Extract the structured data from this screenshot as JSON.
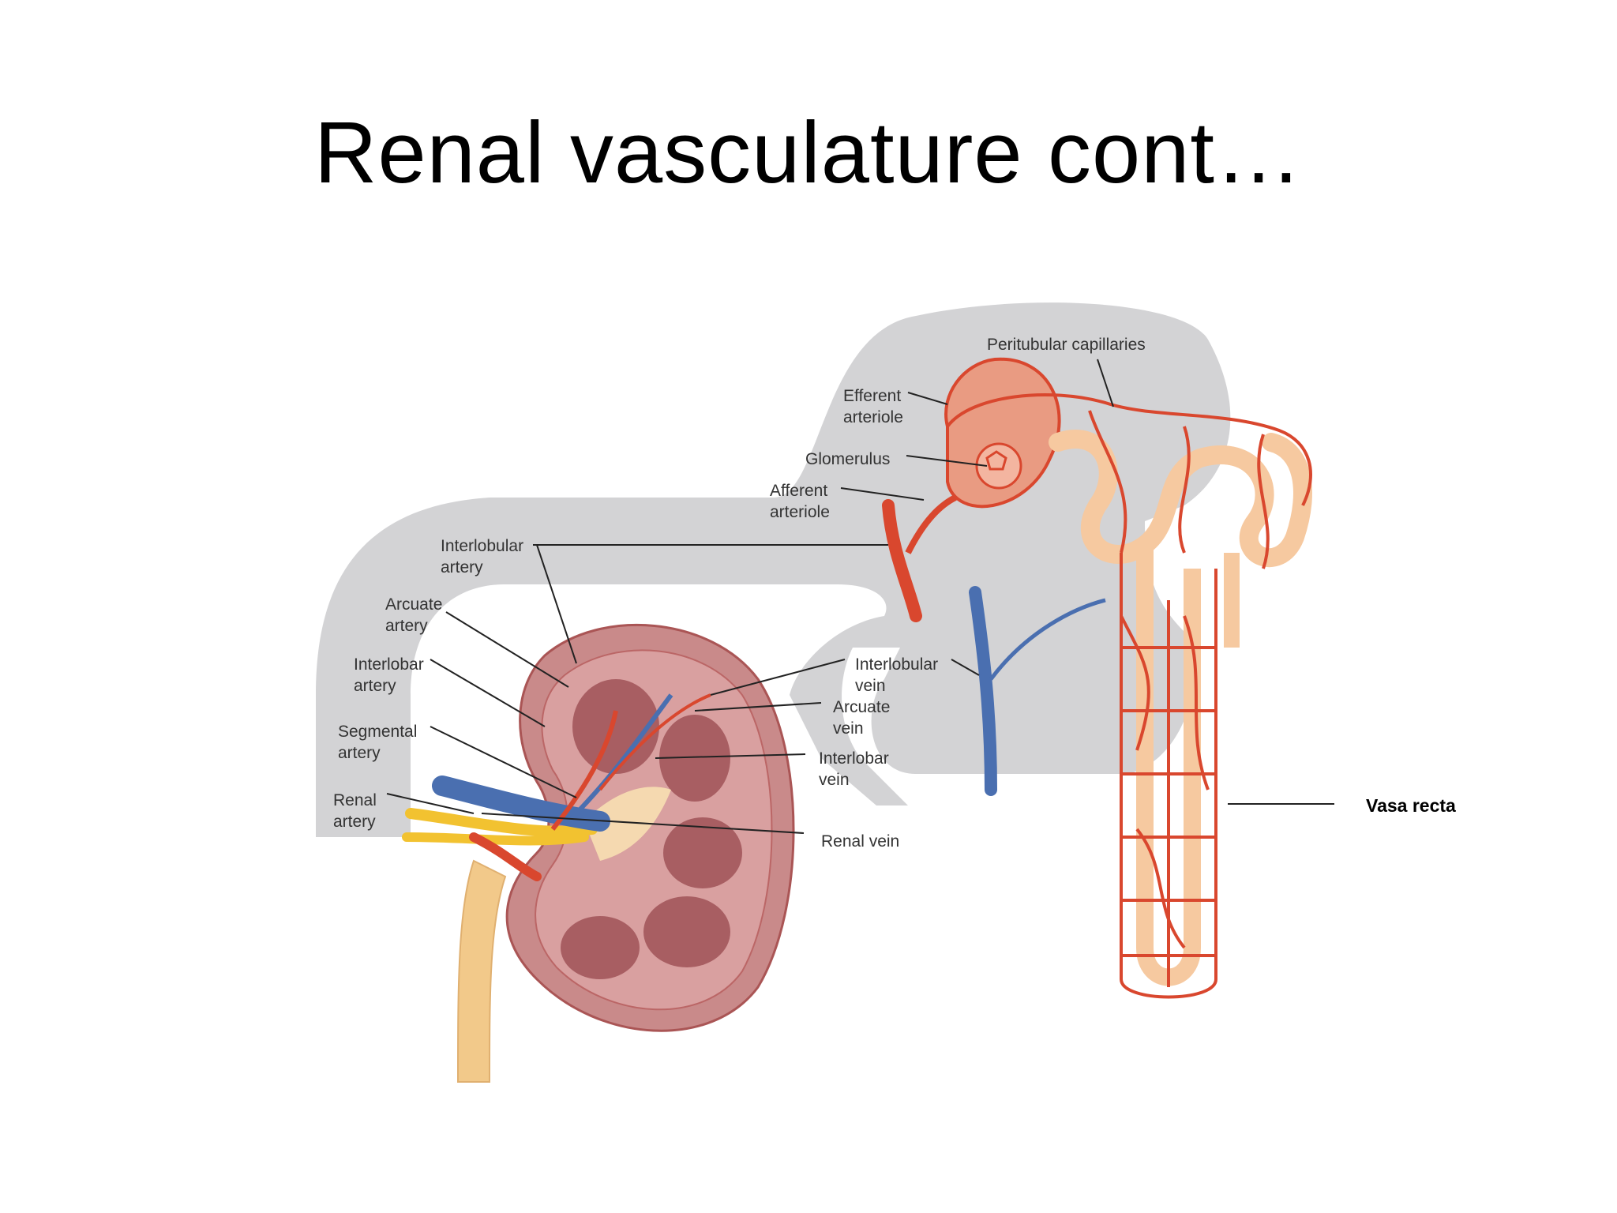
{
  "slide": {
    "title": "Renal vasculature cont…"
  },
  "labels": {
    "peritubular_capillaries": "Peritubular capillaries",
    "efferent_1": "Efferent",
    "efferent_2": "arteriole",
    "glomerulus": "Glomerulus",
    "afferent_1": "Afferent",
    "afferent_2": "arteriole",
    "interlobular_artery_1": "Interlobular",
    "interlobular_artery_2": "artery",
    "arcuate_artery_1": "Arcuate",
    "arcuate_artery_2": "artery",
    "interlobar_artery_1": "Interlobar",
    "interlobar_artery_2": "artery",
    "segmental_artery_1": "Segmental",
    "segmental_artery_2": "artery",
    "renal_artery_1": "Renal",
    "renal_artery_2": "artery",
    "interlobular_vein_1": "Interlobular",
    "interlobular_vein_2": "vein",
    "arcuate_vein_1": "Arcuate",
    "arcuate_vein_2": "vein",
    "interlobar_vein_1": "Interlobar",
    "interlobar_vein_2": "vein",
    "renal_vein": "Renal vein",
    "vasa_recta": "Vasa recta"
  },
  "colors": {
    "artery": "#d9472e",
    "vein": "#4a6fb0",
    "ureter": "#f2c98a",
    "kidney_cortex": "#c98a8a",
    "medulla": "#a85e62",
    "tubule": "#f6c9a0",
    "flow_band": "#d3d3d5"
  }
}
